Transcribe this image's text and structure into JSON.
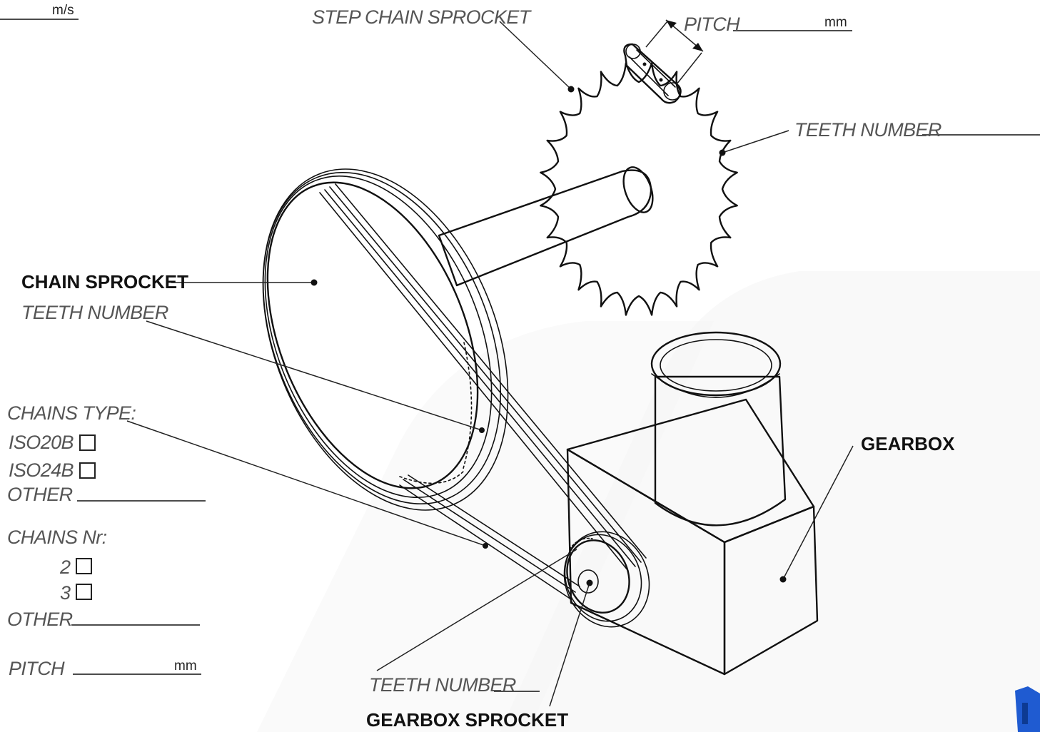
{
  "labels": {
    "speed_unit": "m/s",
    "step_chain_sprocket": "STEP CHAIN SPROCKET",
    "pitch": "PITCH",
    "pitch_unit_top": "mm",
    "teeth_number_top": "TEETH NUMBER",
    "chain_sprocket": "CHAIN SPROCKET",
    "teeth_number_left": "TEETH NUMBER",
    "chains_type": "CHAINS  TYPE:",
    "iso20b": "ISO20B",
    "iso24b": "ISO24B",
    "other_type": "OTHER",
    "chains_nr": "CHAINS Nr:",
    "nr_2": "2",
    "nr_3": "3",
    "other_nr": "OTHER",
    "pitch_bottom": "PITCH",
    "pitch_unit_bottom": "mm",
    "teeth_number_bottom": "TEETH NUMBER",
    "gearbox_sprocket": "GEARBOX SPROCKET",
    "gearbox": "GEARBOX"
  },
  "options": {
    "iso20b_checked": false,
    "iso24b_checked": false,
    "nr2_checked": false,
    "nr3_checked": false
  },
  "colors": {
    "line": "#111111",
    "watermark": "#f4f4f4",
    "brand_corner": "#1f5bd1"
  }
}
